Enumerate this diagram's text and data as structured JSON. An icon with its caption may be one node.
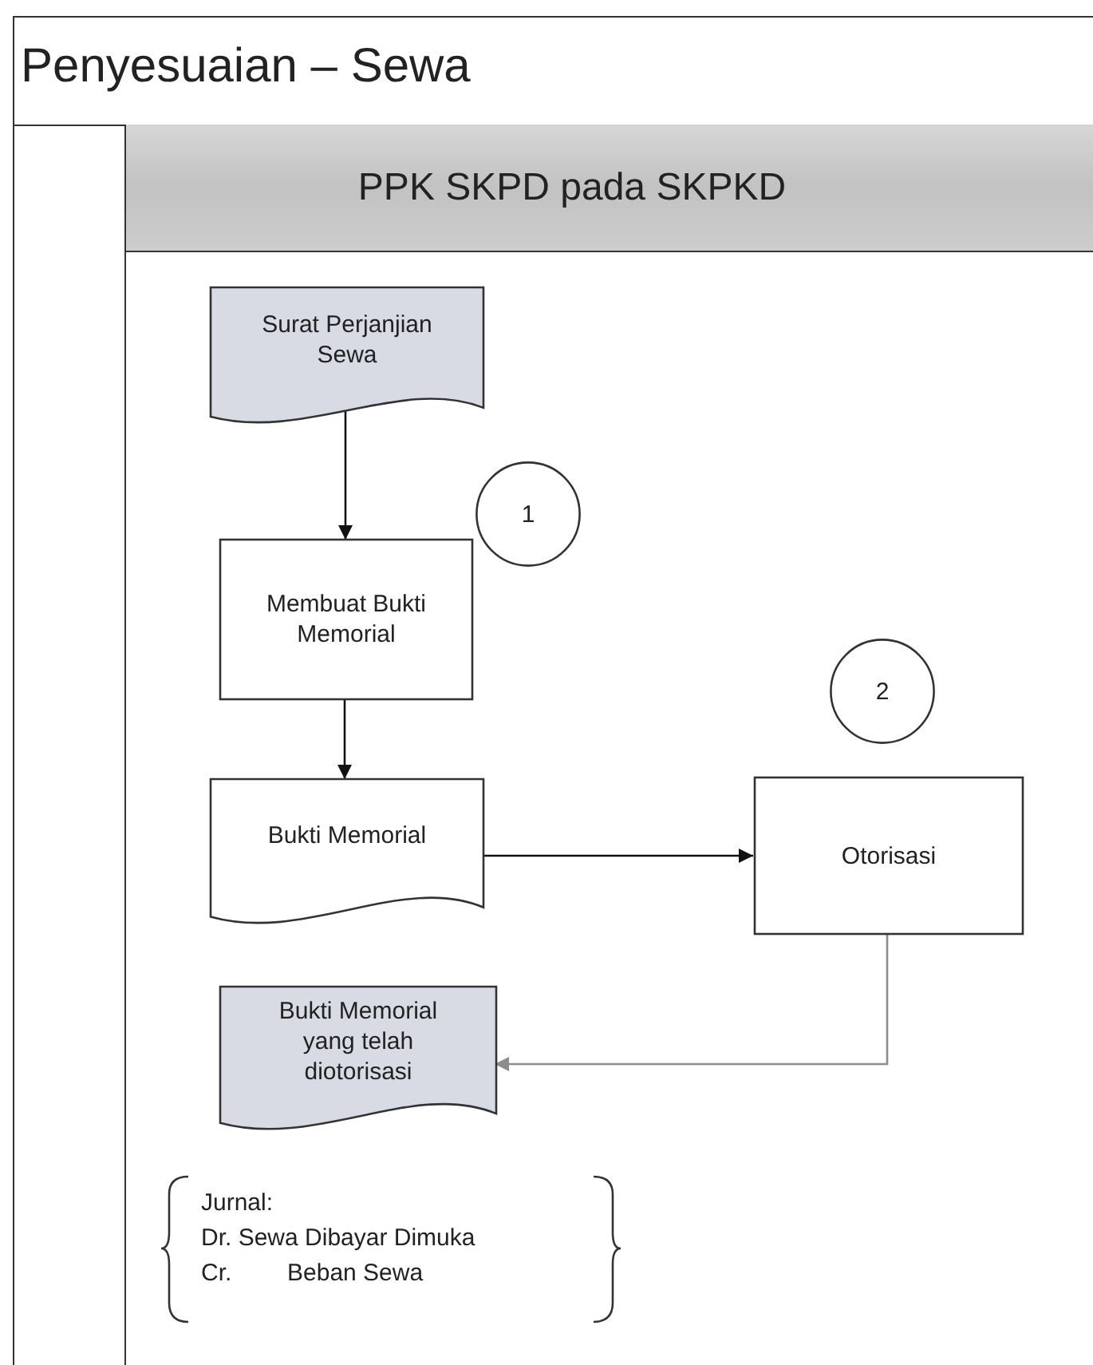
{
  "diagram": {
    "title": "Penyesuaian – Sewa",
    "nodes": [
      {
        "text": [
          "PPK SKPD pada SKPKD"
        ]
      },
      {
        "text": [
          "Surat Perjanjian Sewa"
        ],
        "in": 0
      },
      {
        "text": [
          "1"
        ],
        "in": 0
      },
      {
        "text": [
          "Membuat Bukti Memorial"
        ],
        "in": 0
      },
      {
        "text": [
          "2"
        ],
        "in": 0
      },
      {
        "text": [
          "Bukti Memorial"
        ],
        "in": 0
      },
      {
        "text": [
          "Otorisasi"
        ],
        "in": 0
      },
      {
        "text": [
          "Bukti Memorial yang telah diotorisasi"
        ],
        "in": 0
      }
    ],
    "edges": [
      {
        "from": 1,
        "to": 3,
        "arrow": "to"
      },
      {
        "from": 3,
        "to": 5,
        "arrow": "to"
      },
      {
        "from": 5,
        "to": 6,
        "arrow": "to"
      },
      {
        "from": 6,
        "to": 7,
        "arrow": "to",
        "color": "#8c8c8c"
      }
    ],
    "labels": [
      "Jurnal:",
      "Dr. Sewa Dibayar Dimuka",
      "Cr.",
      "Beban Sewa"
    ]
  }
}
